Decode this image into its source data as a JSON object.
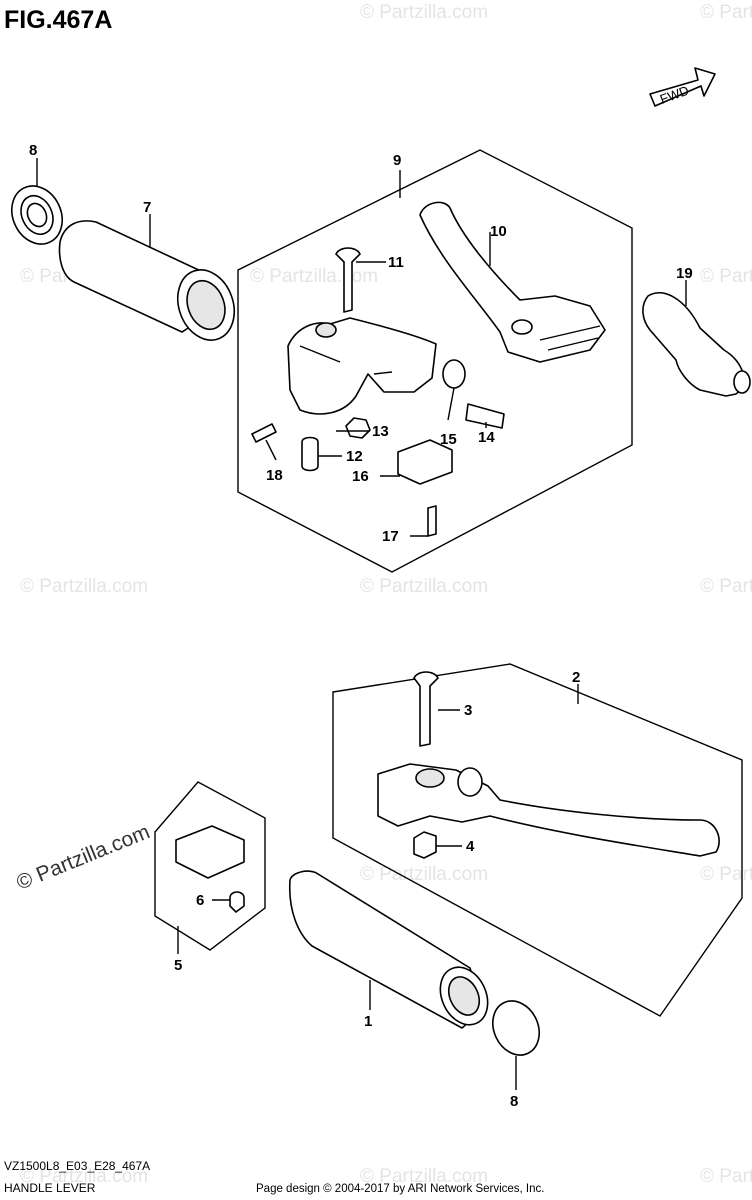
{
  "figure": {
    "title": "FIG.467A",
    "code": "VZ1500L8_E03_E28_467A",
    "name": "HANDLE LEVER",
    "credit": "Page design © 2004-2017 by ARI Network Services, Inc.",
    "direction_label": "FWD"
  },
  "watermark": {
    "text": "© Partzilla.com",
    "primary": "© Partzilla.com"
  },
  "callouts": [
    "8",
    "7",
    "9",
    "10",
    "11",
    "19",
    "13",
    "12",
    "18",
    "15",
    "14",
    "16",
    "17",
    "2",
    "3",
    "5",
    "4",
    "6",
    "1",
    "8"
  ]
}
